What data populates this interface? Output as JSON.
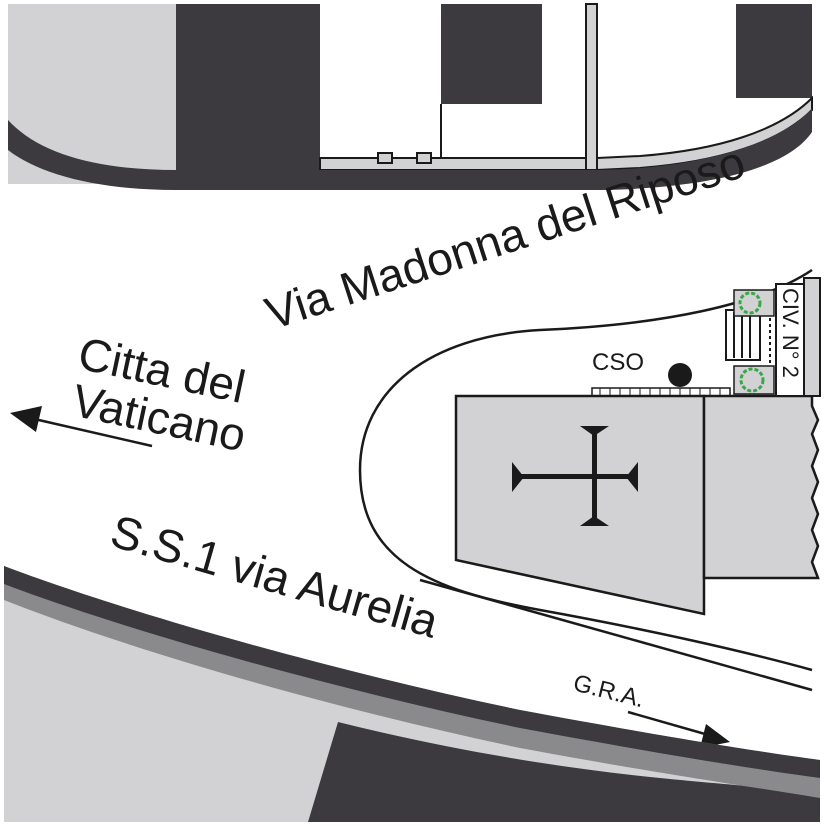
{
  "labels": {
    "street_top": "Via Madonna del Riposo",
    "street_bottom": "S.S.1 via Aurelia",
    "direction_left_line1": "Citta del",
    "direction_left_line2": "Vaticano",
    "direction_right": "G.R.A.",
    "marker": "CSO",
    "civic_number": "CIV. N° 2"
  },
  "icons": {
    "church": "latin-cross-icon",
    "collection_point": "black-dot-icon",
    "left_arrow": "arrow-left-icon",
    "right_arrow": "arrow-right-icon",
    "bins": "recycling-bin-icon"
  },
  "colors": {
    "dark": "#3c3a3f",
    "mid": "#8a898c",
    "light": "#d2d1d3",
    "line": "#1a1a1a",
    "bin_green": "#3aa64a"
  }
}
